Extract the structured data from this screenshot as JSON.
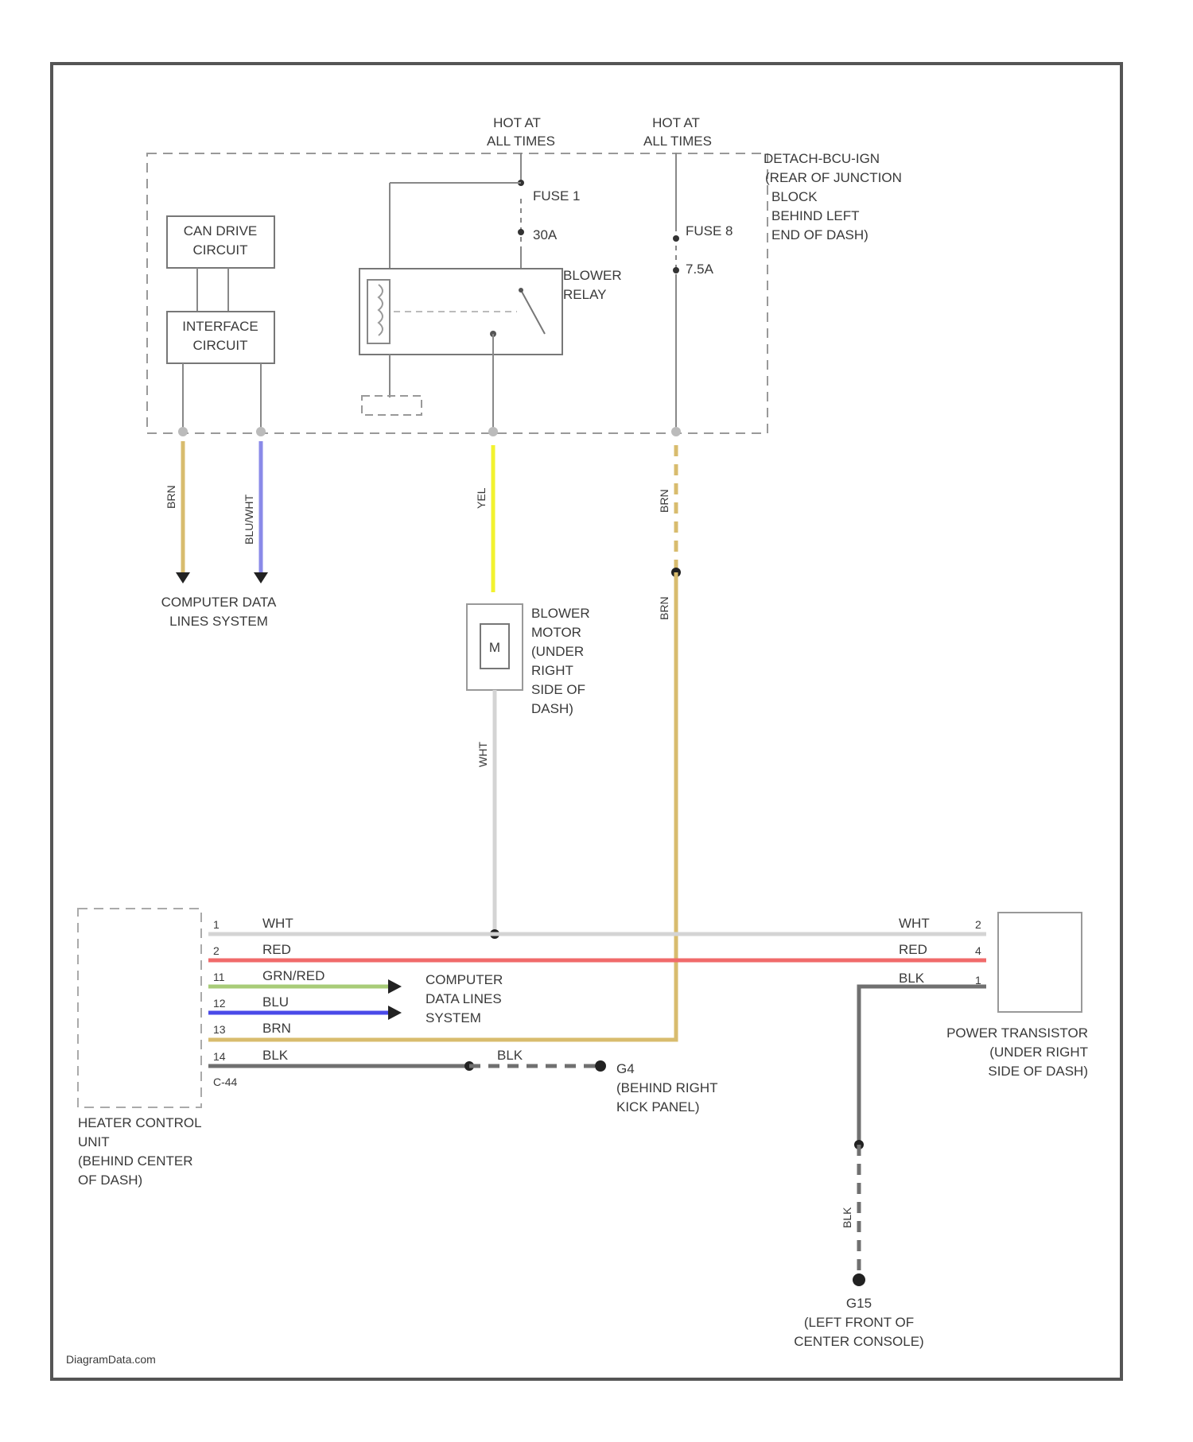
{
  "power_sources": {
    "hot1": [
      "HOT AT",
      "ALL TIMES"
    ],
    "hot2": [
      "HOT AT",
      "ALL TIMES"
    ]
  },
  "junction_block": {
    "label": [
      "DETACH-BCU-IGN",
      "(REAR OF JUNCTION",
      "BLOCK",
      "BEHIND LEFT",
      "END OF DASH)"
    ],
    "can_drive": [
      "CAN DRIVE",
      "CIRCUIT"
    ],
    "interface": [
      "INTERFACE",
      "CIRCUIT"
    ],
    "fuse1": {
      "name": "FUSE 1",
      "rating": "30A"
    },
    "fuse8": {
      "name": "FUSE 8",
      "rating": "7.5A"
    },
    "blower_relay": [
      "BLOWER",
      "RELAY"
    ]
  },
  "wire_colors": {
    "brn": "BRN",
    "blu_wht": "BLU/WHT",
    "yel": "YEL",
    "wht": "WHT",
    "red": "RED",
    "grn_red": "GRN/RED",
    "blu": "BLU",
    "blk": "BLK"
  },
  "computer_data_1": [
    "COMPUTER DATA",
    "LINES SYSTEM"
  ],
  "computer_data_2": [
    "COMPUTER",
    "DATA LINES",
    "SYSTEM"
  ],
  "blower_motor": {
    "symbol": "M",
    "label": [
      "BLOWER",
      "MOTOR",
      "(UNDER",
      "RIGHT",
      "SIDE OF",
      "DASH)"
    ]
  },
  "heater_control": {
    "connector": "C-44",
    "pins": [
      "1",
      "2",
      "11",
      "12",
      "13",
      "14"
    ],
    "label": [
      "HEATER CONTROL",
      "UNIT",
      "(BEHIND CENTER",
      "OF DASH)"
    ]
  },
  "power_transistor": {
    "pins": [
      "2",
      "4",
      "1"
    ],
    "label": [
      "POWER TRANSISTOR",
      "(UNDER RIGHT",
      "SIDE OF DASH)"
    ]
  },
  "grounds": {
    "g4": [
      "G4",
      "(BEHIND RIGHT",
      "KICK PANEL)"
    ],
    "g15": [
      "G15",
      "(LEFT FRONT OF",
      "CENTER CONSOLE)"
    ]
  },
  "watermark": "DiagramData.com",
  "colors": {
    "brn": "#d8bc6e",
    "blu_wht": "#8a8ae8",
    "yel": "#f2f22e",
    "wht": "#d4d4d4",
    "red": "#f06a6a",
    "grn_red": "#a8cc78",
    "blu": "#4a4ae8",
    "blk": "#707070",
    "frame": "#555555"
  }
}
